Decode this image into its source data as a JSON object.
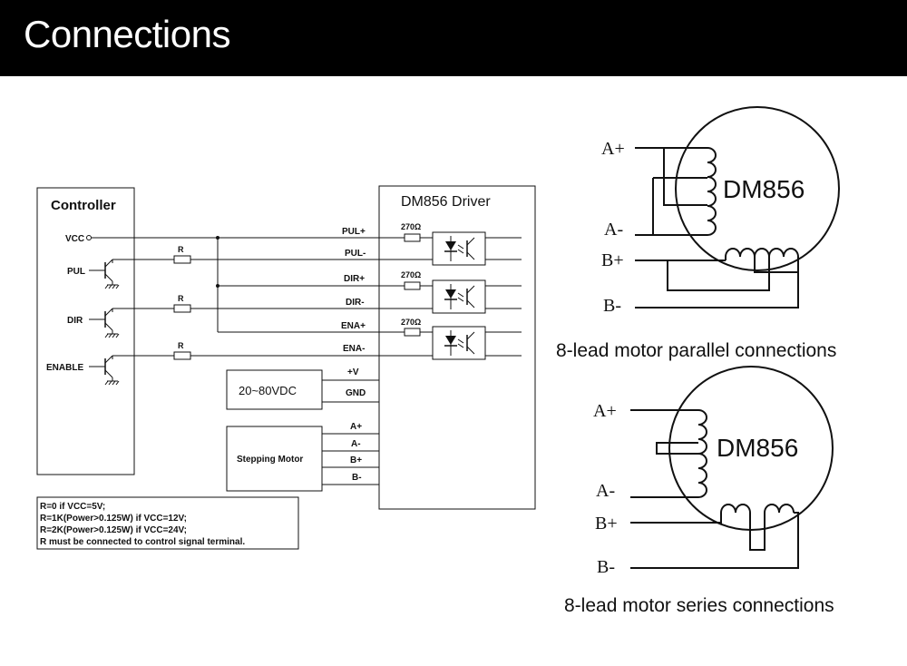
{
  "header": {
    "title": "Connections"
  },
  "wiring": {
    "controller": {
      "title": "Controller",
      "pins": [
        "VCC",
        "PUL",
        "DIR",
        "ENABLE"
      ]
    },
    "driver": {
      "title": "DM856 Driver",
      "signal_terminals": [
        "PUL+",
        "PUL-",
        "DIR+",
        "DIR-",
        "ENA+",
        "ENA-"
      ],
      "power_terminals": [
        "+V",
        "GND"
      ],
      "motor_terminals": [
        "A+",
        "A-",
        "B+",
        "B-"
      ],
      "resistor_value": "270Ω"
    },
    "series_resistor_label": "R",
    "power_supply": "20~80VDC",
    "motor": "Stepping Motor",
    "notes": [
      "R=0 if VCC=5V;",
      "R=1K(Power>0.125W) if VCC=12V;",
      "R=2K(Power>0.125W) if VCC=24V;",
      "R must be connected to control signal terminal."
    ]
  },
  "parallel": {
    "motor_label": "DM856",
    "leads": [
      "A+",
      "A-",
      "B+",
      "B-"
    ],
    "caption": "8-lead motor parallel connections"
  },
  "series": {
    "motor_label": "DM856",
    "leads": [
      "A+",
      "A-",
      "B+",
      "B-"
    ],
    "caption": "8-lead motor series connections"
  }
}
